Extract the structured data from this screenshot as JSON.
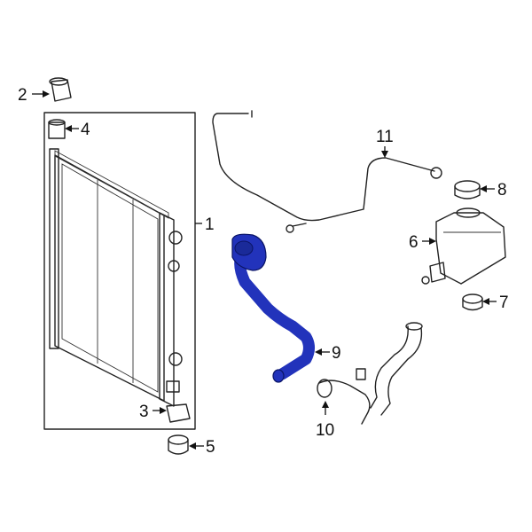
{
  "diagram": {
    "highlight_color": "#2233bb",
    "line_color": "#222222",
    "callouts": {
      "c1": "1",
      "c2": "2",
      "c3": "3",
      "c4": "4",
      "c5": "5",
      "c6": "6",
      "c7": "7",
      "c8": "8",
      "c9": "9",
      "c10": "10",
      "c11": "11"
    }
  }
}
